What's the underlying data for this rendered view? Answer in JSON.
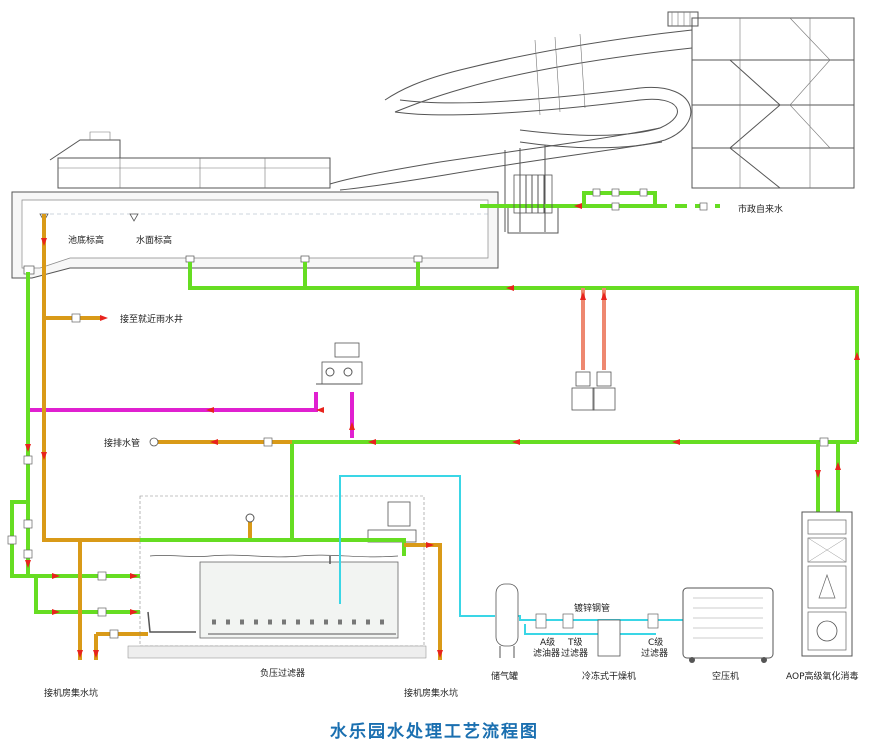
{
  "title": "水乐园水处理工艺流程图",
  "labels": {
    "pool_bottom": "池底标高",
    "water_surface": "水面标高",
    "municipal_water": "市政自来水",
    "to_rain_well": "接至就近雨水井",
    "to_drain": "接排水管",
    "pit_left": "接机房集水坑",
    "pit_right": "接机房集水坑",
    "neg_filter": "负压过滤器",
    "air_tank": "储气罐",
    "galv_pipe": "镀锌钢管",
    "a_filter_1": "A级",
    "a_filter_2": "滤油器",
    "t_filter_1": "T级",
    "t_filter_2": "过滤器",
    "c_filter_1": "C级",
    "c_filter_2": "过滤器",
    "dryer": "冷冻式干燥机",
    "compressor": "空压机",
    "aop": "AOP高级氧化消毒"
  },
  "colors": {
    "circulation": "#66dd22",
    "drain": "#d99a18",
    "dosing": "#e020d0",
    "air": "#3ad6e6",
    "flow_arrow": "#e8231d",
    "title": "#1a6fb0"
  }
}
